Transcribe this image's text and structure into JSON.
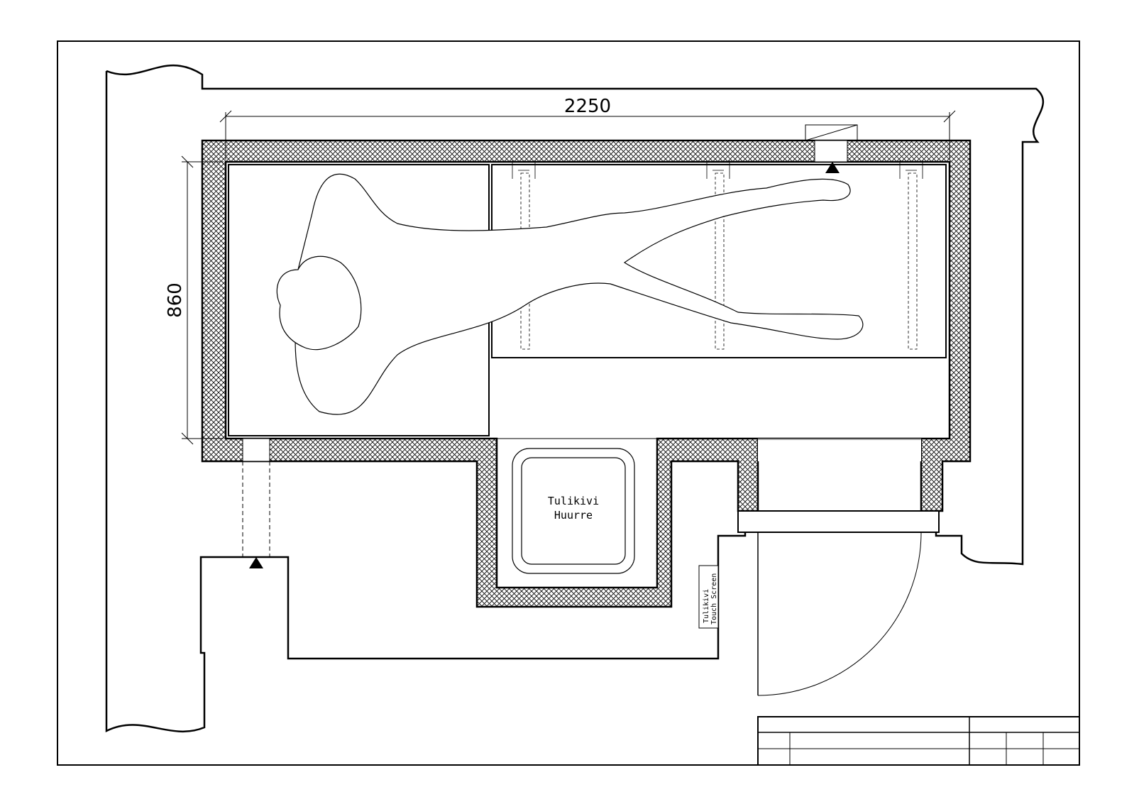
{
  "dimensions": {
    "length_label": "2250",
    "width_label": "860"
  },
  "heater": {
    "brand": "Tulikivi",
    "model": "Huurre"
  },
  "control_panel": {
    "brand": "Tulikivi",
    "model": "Touch Screen"
  },
  "colors": {
    "line": "#000000",
    "background": "#ffffff"
  },
  "icons": {
    "sensor_marker": "triangle-up",
    "wall_fill": "crosshatch"
  }
}
